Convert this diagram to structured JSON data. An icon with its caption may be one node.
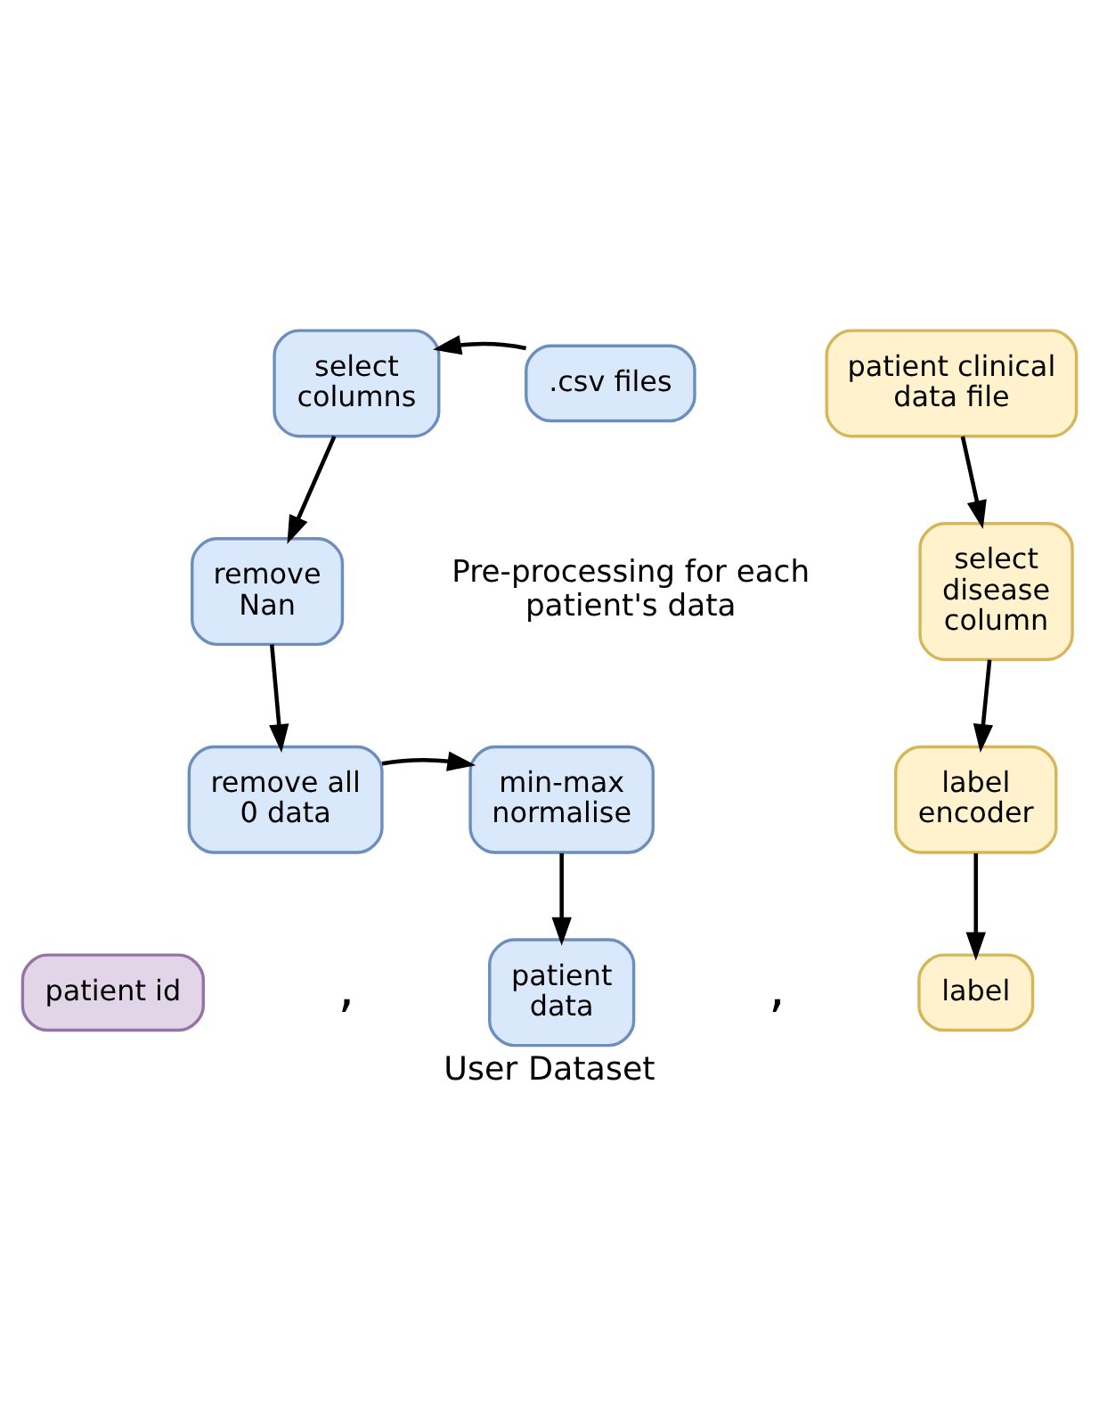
{
  "diagram": {
    "caption": "User Dataset",
    "nodes": [
      {
        "text": [
          "select columns"
        ]
      },
      {
        "text": [
          ".csv files"
        ]
      },
      {
        "text": [
          "patient clinical data file"
        ]
      },
      {
        "text": [
          "remove Nan"
        ]
      },
      {
        "text": [
          "select disease column"
        ]
      },
      {
        "text": [
          "remove all 0 data"
        ]
      },
      {
        "text": [
          "min-max normalise"
        ]
      },
      {
        "text": [
          "label encoder"
        ]
      },
      {
        "text": [
          "patient id"
        ]
      },
      {
        "text": [
          "patient data"
        ]
      },
      {
        "text": [
          "label"
        ]
      }
    ],
    "edges": [
      {
        "from": 1,
        "to": 0,
        "arrow": "to"
      },
      {
        "from": 0,
        "to": 3,
        "arrow": "to"
      },
      {
        "from": 3,
        "to": 5,
        "arrow": "to"
      },
      {
        "from": 5,
        "to": 6,
        "arrow": "to"
      },
      {
        "from": 6,
        "to": 9,
        "arrow": "to"
      },
      {
        "from": 2,
        "to": 4,
        "arrow": "to"
      },
      {
        "from": 4,
        "to": 7,
        "arrow": "to"
      },
      {
        "from": 7,
        "to": 10,
        "arrow": "to"
      }
    ],
    "labels": [
      "Pre-processing for each patient's data",
      ",",
      ","
    ]
  }
}
